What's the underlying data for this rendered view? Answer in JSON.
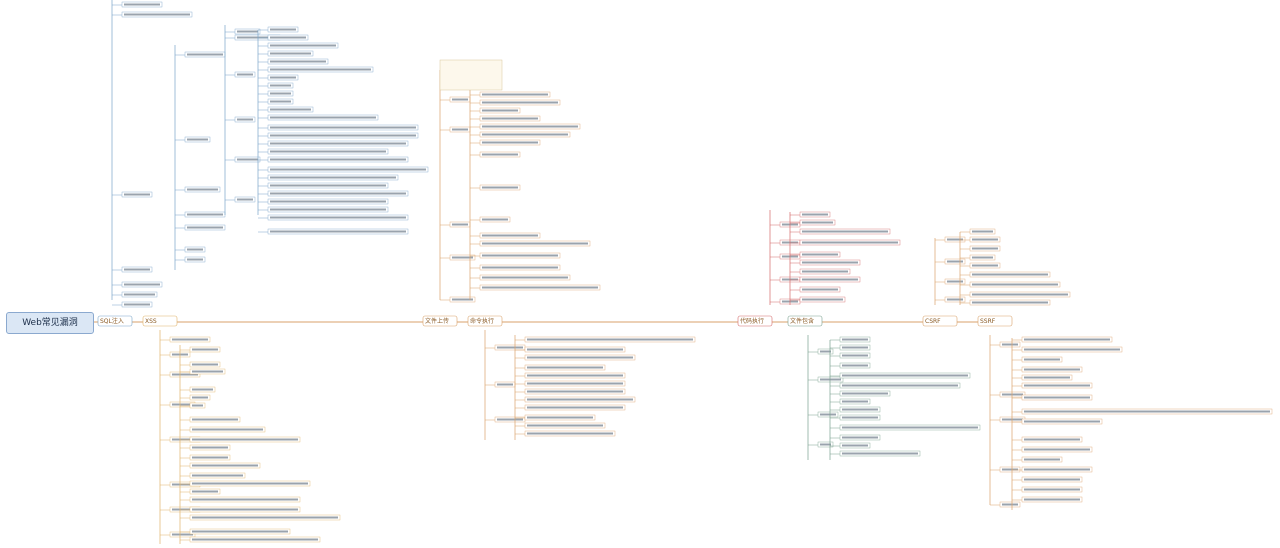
{
  "root": {
    "title": "Web常见漏洞"
  },
  "branches": [
    {
      "key": "sqli",
      "label": "SQL注入"
    },
    {
      "key": "xss",
      "label": "XSS"
    },
    {
      "key": "upload",
      "label": "文件上传"
    },
    {
      "key": "cmd",
      "label": "命令执行"
    },
    {
      "key": "code",
      "label": "代码执行"
    },
    {
      "key": "include",
      "label": "文件包含"
    },
    {
      "key": "csrf",
      "label": "CSRF"
    },
    {
      "key": "ssrf",
      "label": "SSRF"
    }
  ],
  "colors": {
    "root_fill": "#dbe7f5",
    "root_border": "#8ba9cf",
    "line_sqli": "#7aa4c9",
    "line_xss": "#e0b36a",
    "line_upload": "#d9a26b",
    "line_code": "#d46a6a",
    "line_include": "#7aa08f",
    "line_csrf": "#d9a26b",
    "line_ssrf": "#d9a26b"
  }
}
